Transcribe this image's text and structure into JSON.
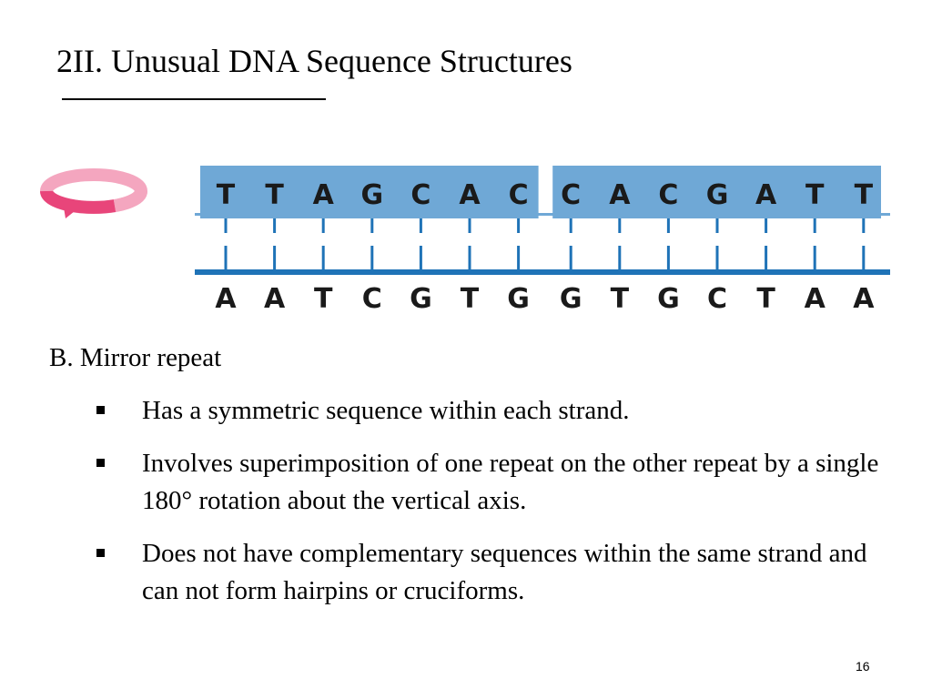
{
  "slide": {
    "title": "2II. Unusual DNA Sequence Structures",
    "page_number": "16"
  },
  "figure": {
    "top_strand": [
      "T",
      "T",
      "A",
      "G",
      "C",
      "A",
      "C",
      "C",
      "A",
      "C",
      "G",
      "A",
      "T",
      "T"
    ],
    "bottom_strand": [
      "A",
      "A",
      "T",
      "C",
      "G",
      "T",
      "G",
      "G",
      "T",
      "G",
      "C",
      "T",
      "A",
      "A"
    ],
    "colors": {
      "top_box": "#6fa8d6",
      "strand_line": "#1f73b7",
      "rung": "#1f73b7",
      "arrow": "#e8457a",
      "arrow_light": "#f4a6bf"
    }
  },
  "content": {
    "heading": "B.  Mirror repeat",
    "bullets": [
      "Has a symmetric sequence within each strand.",
      "Involves superimposition of one repeat on the other repeat by a single 180° rotation about the vertical axis.",
      "Does not have complementary sequences within the same strand and can not form hairpins or cruciforms."
    ]
  }
}
